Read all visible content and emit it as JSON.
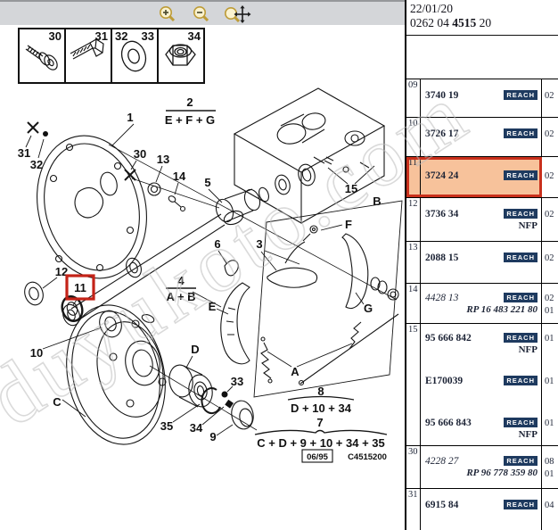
{
  "header": {
    "date": "22/01/20",
    "ref_a": "0262 04 ",
    "ref_b": "4515",
    "ref_c": " 20"
  },
  "toolbar": {
    "icons": [
      "zoom-in",
      "zoom-out",
      "zoom-pan"
    ]
  },
  "strip": {
    "c30": "30",
    "c31": "31",
    "c32": "32",
    "c33": "33",
    "c34": "34",
    "icons": [
      "screw",
      "bolt",
      "washer",
      "flange-nut"
    ]
  },
  "diagram": {
    "watermark": "duyukoto.com",
    "highlighted_callout": "11",
    "lab": {
      "n1": "1",
      "n2": "2",
      "f2": "E + F + G",
      "n31": "31",
      "n32": "32",
      "n30": "30",
      "n13": "13",
      "n14": "14",
      "n5": "5",
      "n15": "15",
      "nB": "B",
      "nF": "F",
      "n6": "6",
      "n3": "3",
      "nE": "E",
      "nG": "G",
      "nA": "A",
      "n4": "4",
      "f4": "A + B",
      "n12": "12",
      "n11": "11",
      "n10": "10",
      "nC": "C",
      "nD": "D",
      "n35": "35",
      "n34": "34",
      "n9": "9",
      "n33": "33",
      "n8": "8",
      "f8": "D + 10 + 34",
      "n7": "7",
      "f7": "C + D + 9 + 10 + 34 + 35",
      "date": "06/95",
      "code": "C4515200"
    }
  },
  "table": {
    "rows": [
      {
        "idx": "09",
        "entries": [
          {
            "part": "3740 19",
            "badge": "REACH",
            "qty": "02"
          }
        ]
      },
      {
        "idx": "10",
        "entries": [
          {
            "part": "3726 17",
            "badge": "REACH",
            "qty": "02"
          }
        ]
      },
      {
        "idx": "11",
        "highlight": true,
        "entries": [
          {
            "part": "3724 24",
            "badge": "REACH",
            "qty": "02"
          }
        ]
      },
      {
        "idx": "12",
        "entries": [
          {
            "part": "3736 34",
            "badge": "REACH",
            "qty": "02",
            "note": "NFP"
          }
        ]
      },
      {
        "idx": "13",
        "entries": [
          {
            "part": "2088 15",
            "badge": "REACH",
            "qty": "02"
          }
        ]
      },
      {
        "idx": "14",
        "entries": [
          {
            "part": "4428 13",
            "badge": "REACH",
            "qty": "02",
            "qty2": "01",
            "rp": "RP 16 483 221 80"
          }
        ]
      },
      {
        "idx": "15",
        "entries": [
          {
            "part": "95 666 842",
            "badge": "REACH",
            "qty": "01",
            "note": "NFP"
          },
          {
            "part": "E170039",
            "badge": "REACH",
            "qty": "01"
          },
          {
            "part": "95 666 843",
            "badge": "REACH",
            "qty": "01",
            "note": "NFP"
          }
        ]
      },
      {
        "idx": "30",
        "entries": [
          {
            "part": "4228 27",
            "badge": "REACH",
            "qty": "08",
            "qty2": "01",
            "rp": "RP 96 778 359 80"
          }
        ]
      },
      {
        "idx": "31",
        "entries": [
          {
            "part": "6915 84",
            "badge": "REACH",
            "qty": "04"
          }
        ]
      }
    ]
  }
}
